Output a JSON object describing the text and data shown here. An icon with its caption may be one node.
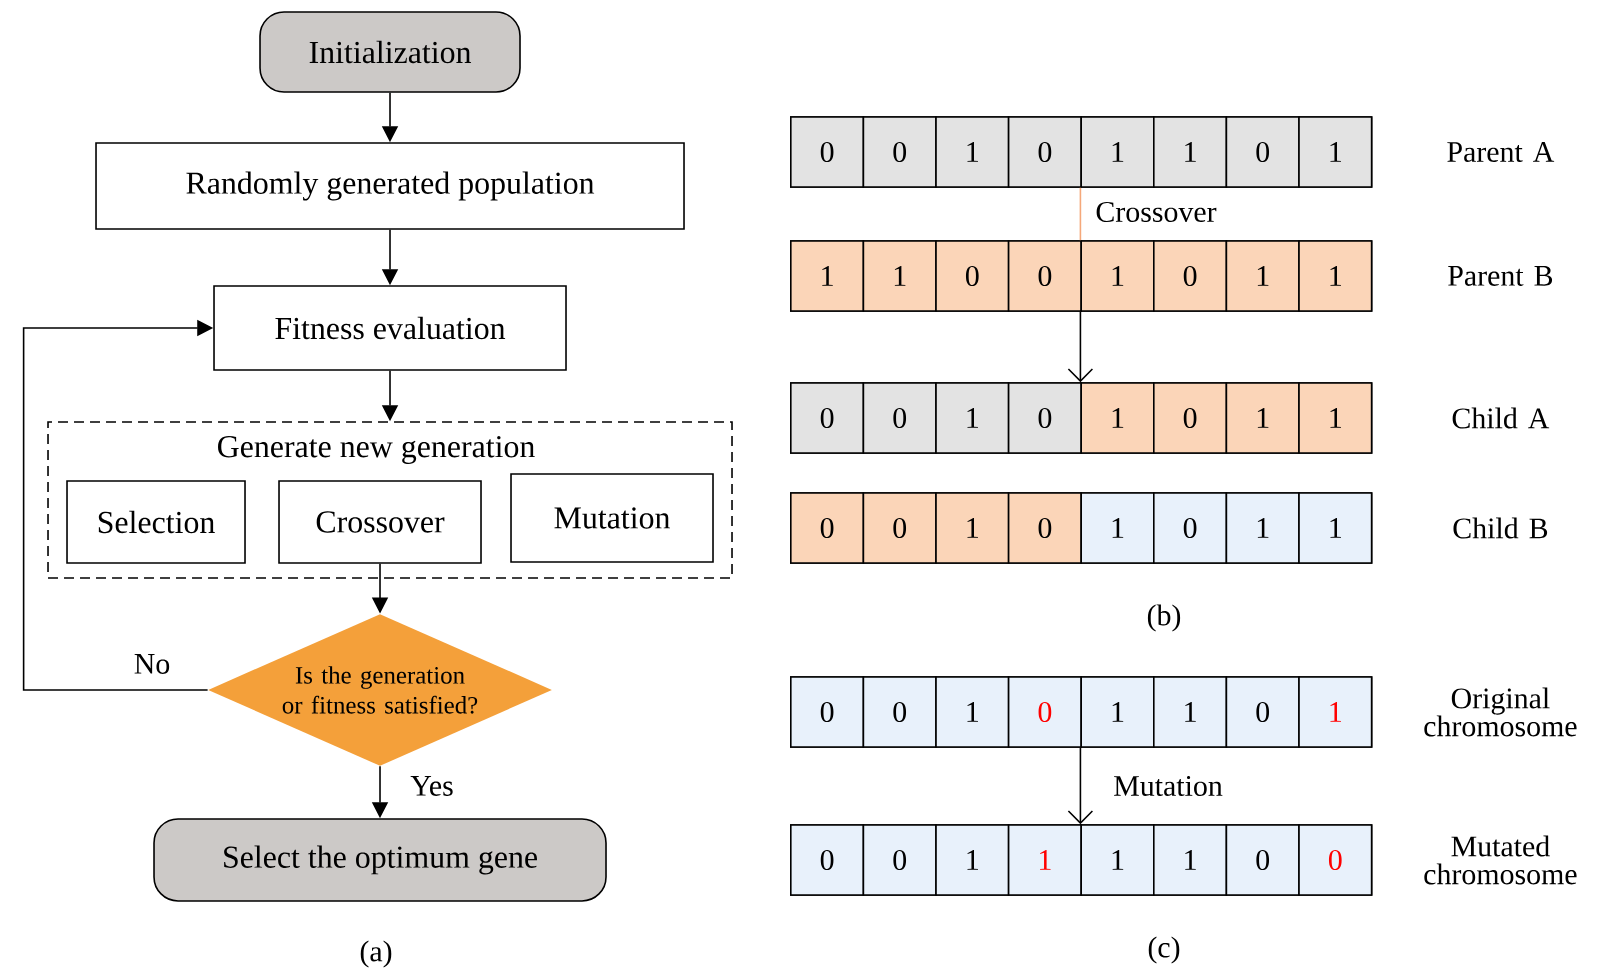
{
  "diagram": {
    "nodes": [
      {
        "text": [
          "Initialization"
        ]
      },
      {
        "text": [
          "Randomly generated population"
        ]
      },
      {
        "text": [
          "Fitness evaluation"
        ]
      },
      {
        "text": [
          "Generate new generation"
        ]
      },
      {
        "text": [
          "Selection"
        ],
        "in": 3
      },
      {
        "text": [
          "Crossover"
        ],
        "in": 3
      },
      {
        "text": [
          "Mutation"
        ],
        "in": 3
      },
      {
        "text": [
          "Is the generation or fitness satisfied?"
        ]
      },
      {
        "text": [
          "Select the optimum gene"
        ]
      },
      {
        "text": [
          "0",
          "0",
          "1",
          "0",
          "1",
          "1",
          "0",
          "1"
        ],
        "beside": [
          "Parent A"
        ]
      },
      {
        "text": [
          "1",
          "1",
          "0",
          "0",
          "1",
          "0",
          "1",
          "1"
        ],
        "beside": [
          "Parent B"
        ]
      },
      {
        "text": [
          "0",
          "0",
          "1",
          "0",
          "1",
          "0",
          "1",
          "1"
        ],
        "beside": [
          "Child A"
        ]
      },
      {
        "text": [
          "0",
          "0",
          "1",
          "0",
          "1",
          "0",
          "1",
          "1"
        ],
        "beside": [
          "Child B"
        ]
      },
      {
        "text": [
          "0",
          "0",
          "1",
          "0",
          "1",
          "1",
          "0",
          "1"
        ],
        "beside": [
          "Original chromosome"
        ]
      },
      {
        "text": [
          "0",
          "0",
          "1",
          "1",
          "1",
          "1",
          "0",
          "0"
        ],
        "beside": [
          "Mutated chromosome"
        ]
      }
    ],
    "edges": [
      {
        "from": 0,
        "to": 1,
        "arrow": "to"
      },
      {
        "from": 1,
        "to": 2,
        "arrow": "to"
      },
      {
        "from": 2,
        "to": 3,
        "arrow": "to"
      },
      {
        "from": 5,
        "to": 7,
        "arrow": "to"
      },
      {
        "from": 7,
        "to": 2,
        "arrow": "to",
        "label": "No"
      },
      {
        "from": 7,
        "to": 8,
        "arrow": "to",
        "label": "Yes"
      },
      {
        "from": 9,
        "to": 10,
        "arrow": "none",
        "label": "Crossover",
        "color": "#f5a87a"
      },
      {
        "from": 10,
        "to": 11,
        "arrow": "to"
      },
      {
        "from": 13,
        "to": 14,
        "arrow": "to",
        "label": "Mutation"
      }
    ],
    "labels": [
      "(a)",
      "(b)",
      "(c)"
    ]
  }
}
